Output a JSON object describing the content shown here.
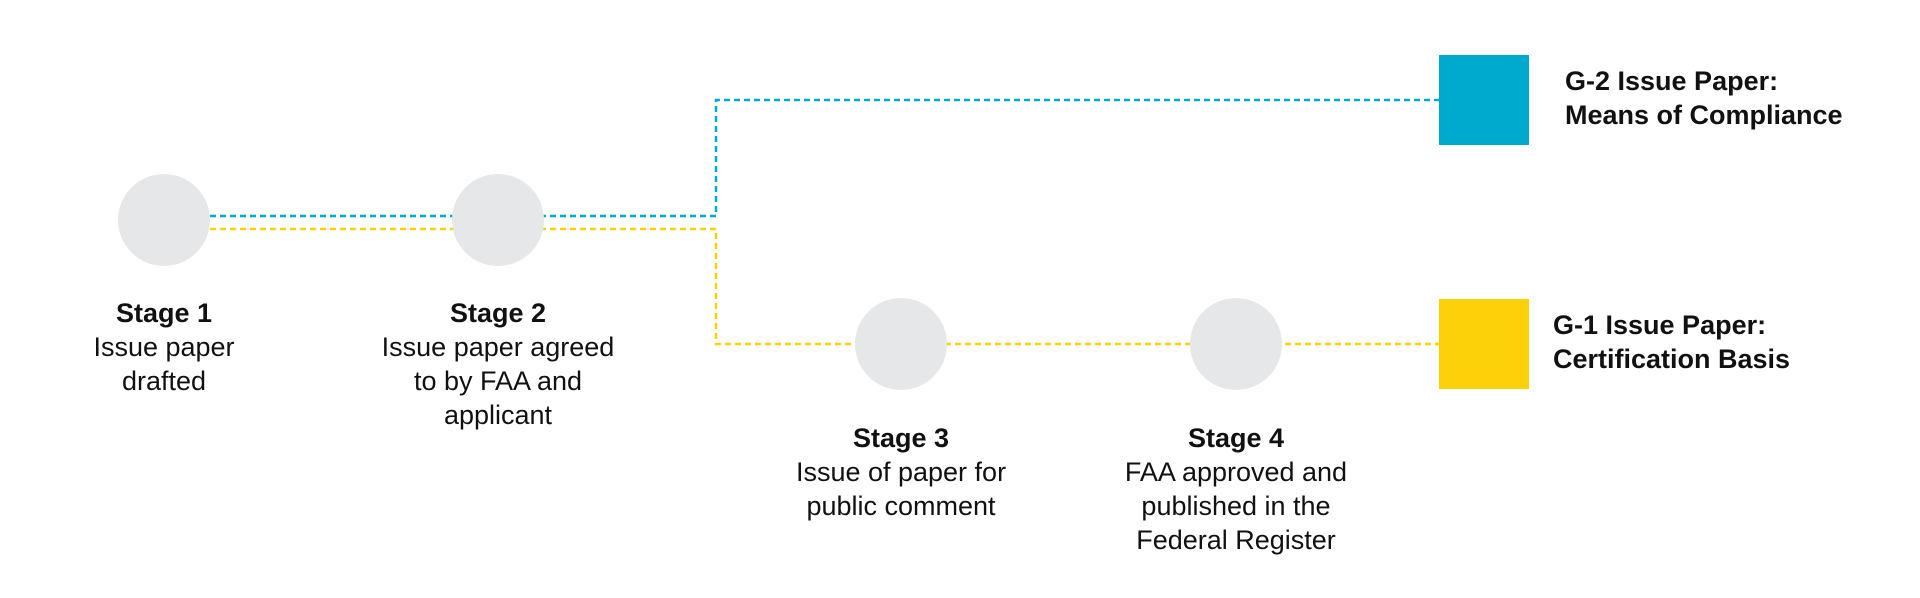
{
  "colors": {
    "g2_blue": "#00a9ce",
    "g1_yellow": "#fcd10a",
    "node_gray": "#e6e7e8",
    "text": "#111111"
  },
  "stages": [
    {
      "title": "Stage 1",
      "description": "Issue paper\ndrafted"
    },
    {
      "title": "Stage 2",
      "description": "Issue paper agreed\nto by FAA and\napplicant"
    },
    {
      "title": "Stage 3",
      "description": "Issue of paper for\npublic comment"
    },
    {
      "title": "Stage 4",
      "description": "FAA approved and\npublished in the\nFederal Register"
    }
  ],
  "outcomes": [
    {
      "id": "g2",
      "label": "G-2 Issue Paper:\nMeans of Compliance",
      "color": "#00a9ce"
    },
    {
      "id": "g1",
      "label": "G-1 Issue Paper:\nCertification Basis",
      "color": "#fcd10a"
    }
  ]
}
